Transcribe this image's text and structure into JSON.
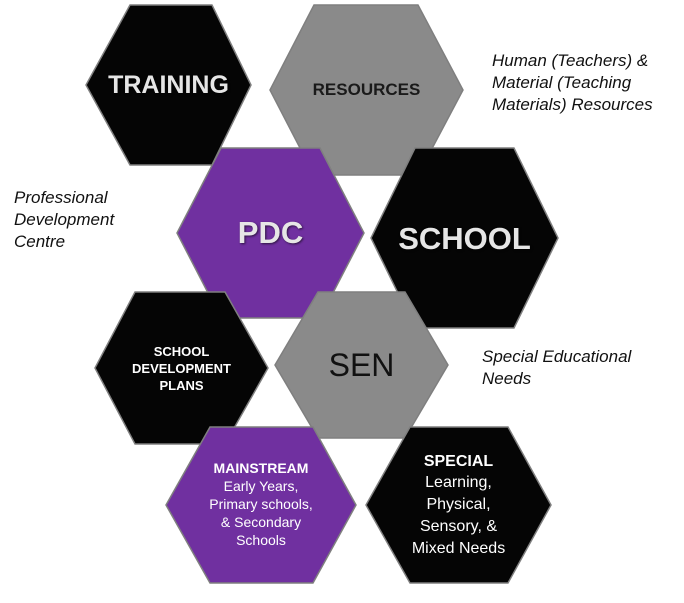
{
  "colors": {
    "black_hex": "#050505",
    "grey_hex": "#8a8a8a",
    "purple_hex": "#7030a0",
    "outline": "#7f7f7f"
  },
  "hexagons": {
    "training": {
      "label": "TRAINING"
    },
    "resources": {
      "label": "RESOURCES"
    },
    "pdc": {
      "label": "PDC"
    },
    "school": {
      "label": "SCHOOL"
    },
    "school_development_plans": {
      "line1": "SCHOOL",
      "line2": "DEVELOPMENT",
      "line3": "PLANS"
    },
    "sen": {
      "label": "SEN"
    },
    "mainstream": {
      "title": "MAINSTREAM",
      "line1": "Early Years,",
      "line2": "Primary schools,",
      "line3": "& Secondary",
      "line4": "Schools"
    },
    "special": {
      "title": "SPECIAL",
      "line1": "Learning,",
      "line2": "Physical,",
      "line3": "Sensory, &",
      "line4": "Mixed Needs"
    }
  },
  "notes": {
    "resources_note": {
      "line1": "Human (Teachers) &",
      "line2": "Material (Teaching",
      "line3": "Materials) Resources"
    },
    "pdc_note": {
      "line1": "Professional",
      "line2": "Development",
      "line3": "Centre"
    },
    "sen_note": {
      "line1": "Special Educational",
      "line2": "Needs"
    }
  }
}
